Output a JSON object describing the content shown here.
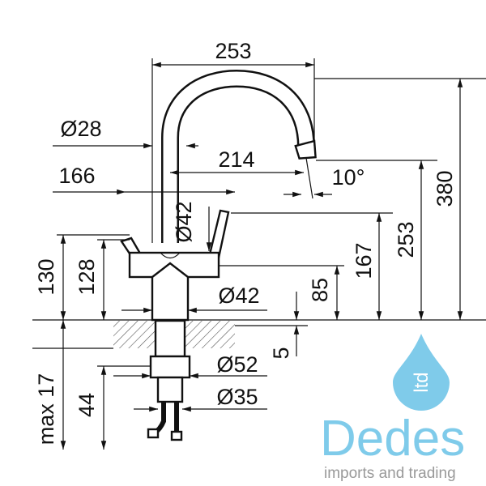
{
  "drawing": {
    "title": "Faucet dimension drawing",
    "dimensions": {
      "top_width": "253",
      "spout_diameter": "Ø28",
      "spout_reach": "214",
      "handle_span": "166",
      "spout_angle": "10°",
      "neck_diameter": "Ø42",
      "base_diameter": "Ø42",
      "total_height": "380",
      "spout_outlet_height": "253",
      "handle_height": "167",
      "body_height": "85",
      "base_offset": "5",
      "left_height_130": "130",
      "left_height_128": "128",
      "shank_diameter": "Ø52",
      "hose_diameter": "Ø35",
      "max_thickness": "max 17",
      "shank_length": "44"
    },
    "watermark": {
      "brand": "Dedes",
      "suffix": "ltd",
      "tagline": "imports and trading"
    }
  }
}
